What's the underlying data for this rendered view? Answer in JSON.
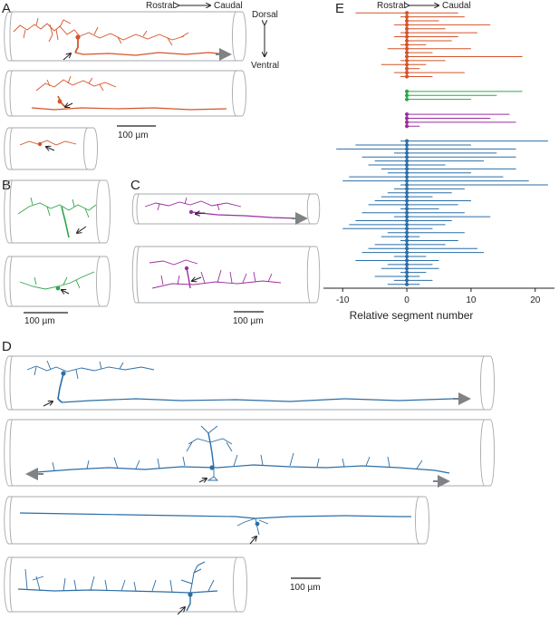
{
  "panels": {
    "a": "A",
    "b": "B",
    "c": "C",
    "d": "D",
    "e": "E"
  },
  "orientation": {
    "rostral": "Rostral",
    "caudal": "Caudal",
    "dorsal": "Dorsal",
    "ventral": "Ventral"
  },
  "scale_bars": {
    "a": "100 µm",
    "b": "100 µm",
    "c": "100 µm",
    "d": "100 µm"
  },
  "colors": {
    "orange": "#d4542a",
    "green": "#2fa64a",
    "purple": "#9b2fa0",
    "blue": "#2c6ea6",
    "tube": "#a7a9ac",
    "arrow_gray": "#808285"
  },
  "chart_data": {
    "type": "bar",
    "xlabel": "Relative segment number",
    "xlim": [
      -13,
      23
    ],
    "xticks": [
      -10,
      0,
      10,
      20
    ],
    "groups": [
      {
        "color": "#d4542a",
        "rows": [
          [
            -8,
            8
          ],
          [
            -1,
            9
          ],
          [
            0,
            5
          ],
          [
            -2,
            13
          ],
          [
            0,
            6
          ],
          [
            -1,
            11
          ],
          [
            -2,
            8
          ],
          [
            0,
            7
          ],
          [
            -1,
            3
          ],
          [
            -3,
            10
          ],
          [
            0,
            4
          ],
          [
            0,
            18
          ],
          [
            -1,
            6
          ],
          [
            -4,
            3
          ],
          [
            0,
            2
          ],
          [
            -2,
            9
          ],
          [
            -1,
            4
          ]
        ]
      },
      {
        "color": "#2fa64a",
        "rows": [
          [
            0,
            18
          ],
          [
            0,
            14
          ],
          [
            0,
            10
          ]
        ]
      },
      {
        "color": "#9b2fa0",
        "rows": [
          [
            0,
            16
          ],
          [
            0,
            13
          ],
          [
            0,
            17
          ],
          [
            0,
            2
          ]
        ]
      },
      {
        "color": "#2c6ea6",
        "rows": [
          [
            -1,
            22
          ],
          [
            -8,
            10
          ],
          [
            -11,
            17
          ],
          [
            -2,
            14
          ],
          [
            -7,
            17
          ],
          [
            -5,
            12
          ],
          [
            -6,
            6
          ],
          [
            -4,
            17
          ],
          [
            -3,
            10
          ],
          [
            -9,
            15
          ],
          [
            -10,
            19
          ],
          [
            -1,
            22
          ],
          [
            -2,
            9
          ],
          [
            -3,
            7
          ],
          [
            -4,
            4
          ],
          [
            -5,
            10
          ],
          [
            -6,
            8
          ],
          [
            -1,
            5
          ],
          [
            -7,
            9
          ],
          [
            -2,
            13
          ],
          [
            -8,
            7
          ],
          [
            -9,
            6
          ],
          [
            -10,
            4
          ],
          [
            -3,
            9
          ],
          [
            -4,
            2
          ],
          [
            -1,
            8
          ],
          [
            -5,
            6
          ],
          [
            -6,
            11
          ],
          [
            -7,
            12
          ],
          [
            -2,
            3
          ],
          [
            -8,
            5
          ],
          [
            -3,
            4
          ],
          [
            -4,
            5
          ],
          [
            -1,
            3
          ],
          [
            -5,
            2
          ],
          [
            -2,
            4
          ],
          [
            -3,
            2
          ]
        ]
      }
    ]
  }
}
